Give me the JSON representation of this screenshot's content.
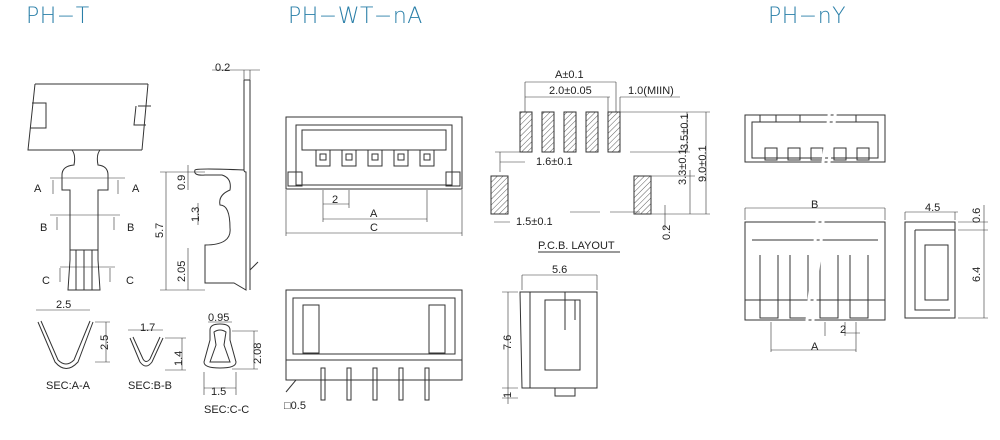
{
  "titles": {
    "ph_t": "PH−T",
    "ph_wt": "PH−WT−nA",
    "ph_ny": "PH−nY"
  },
  "colors": {
    "title": "#2a7fa8",
    "line": "#333333"
  },
  "ph_t": {
    "thickness": "0.2",
    "sec_a": "A",
    "sec_b": "B",
    "sec_c": "C",
    "dim_0_9": "0.9",
    "dim_1_3": "1.3",
    "dim_5_7": "5.7",
    "dim_2_05": "2.05",
    "sec_aa_width": "2.5",
    "sec_aa_height": "2.5",
    "sec_aa_label": "SEC:A-A",
    "sec_bb_width": "1.7",
    "sec_bb_height": "1.4",
    "sec_bb_label": "SEC:B-B",
    "sec_cc_top": "0.95",
    "sec_cc_height": "2.08",
    "sec_cc_bottom": "1.5",
    "sec_cc_label": "SEC:C-C"
  },
  "ph_wt": {
    "pitch": "2",
    "dim_a": "A",
    "dim_c": "C",
    "pin_size": "□0.5",
    "pcb": {
      "a": "A±0.1",
      "pitch": "2.0±0.05",
      "min": "1.0(MIIN)",
      "pad_len": "3.5±0.1",
      "offset": "1.6±0.1",
      "dim_3_3": "3.3±0.1",
      "dim_9_0": "9.0±0.1",
      "tab_width": "1.5±0.1",
      "dim_0_2": "0.2",
      "label": "P.C.B. LAYOUT"
    },
    "side_width": "5.6",
    "side_height": "7.6",
    "side_pin": "1"
  },
  "ph_ny": {
    "dim_b": "B",
    "depth": "4.5",
    "dim_0_6": "0.6",
    "height": "6.4",
    "pitch": "2",
    "dim_a": "A"
  }
}
